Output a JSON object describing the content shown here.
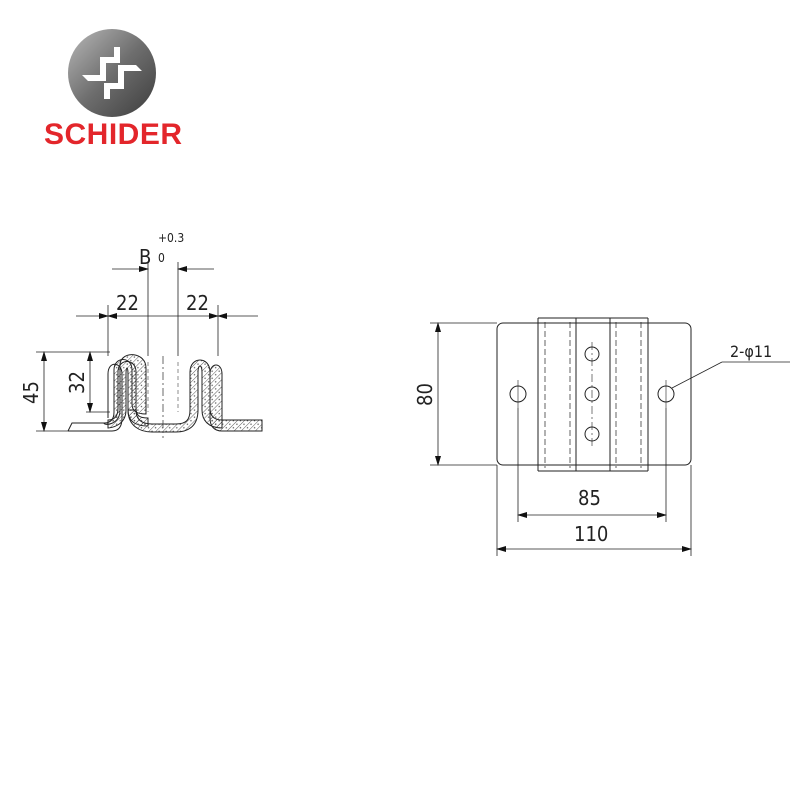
{
  "brand": {
    "name": "SCHIDER",
    "color": "#e3262b",
    "mark_color": "#7a7a7a"
  },
  "profile_view": {
    "dim_B": "B",
    "dim_B_tol_upper": "+0.3",
    "dim_B_tol_lower": "0",
    "dim_left_width": "22",
    "dim_right_width": "22",
    "dim_total_height": "45",
    "dim_inner_height": "32"
  },
  "plan_view": {
    "dim_height": "80",
    "dim_hole_spacing": "85",
    "dim_total_width": "110",
    "hole_callout": "2-φ11"
  }
}
